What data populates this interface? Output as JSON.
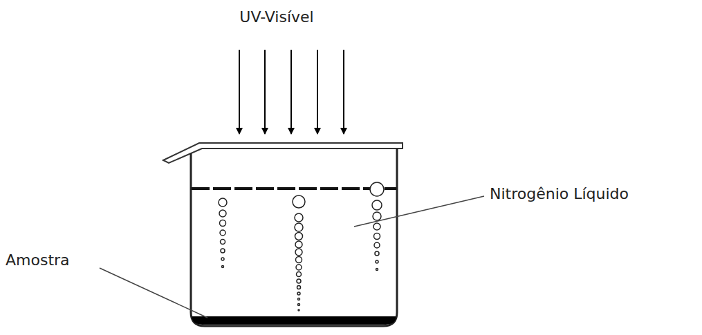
{
  "diagram": {
    "labels": [
      "UV-Visível",
      "Nitrogênio Líquido",
      "Amostra"
    ]
  }
}
